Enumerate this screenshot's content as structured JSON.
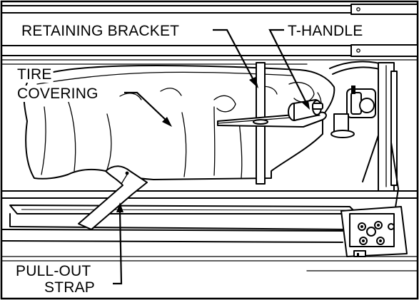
{
  "labels": {
    "retaining_bracket": "RETAINING BRACKET",
    "t_handle": "T-HANDLE",
    "tire_line1": "TIRE",
    "tire_line2": "COVERING",
    "pull_line1": "PULL-OUT",
    "pull_line2": "STRAP"
  }
}
